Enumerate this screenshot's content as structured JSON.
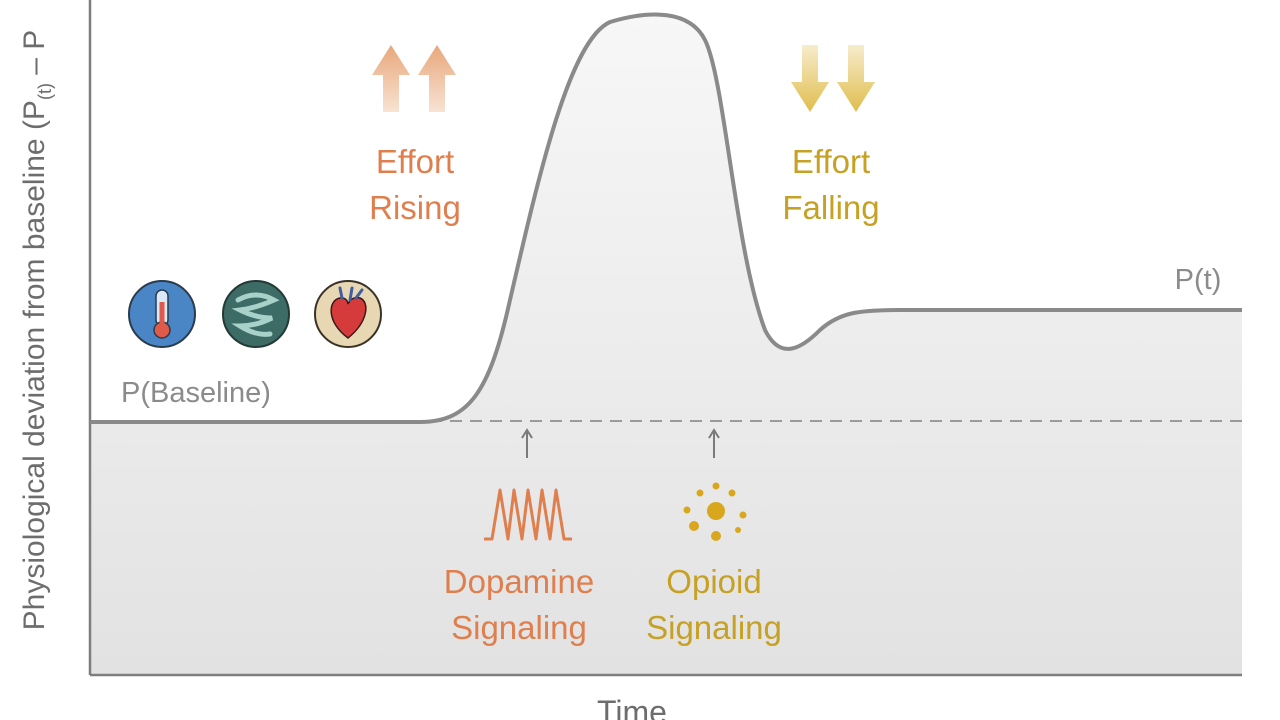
{
  "axes": {
    "y_label": "Physiological deviation from baseline (P",
    "y_label_sub": "(t)",
    "y_label_tail": " – P",
    "x_label": "Time"
  },
  "curve": {
    "label": "P(t)",
    "baseline_label": "P(Baseline)"
  },
  "effort_rising": {
    "line1": "Effort",
    "line2": "Rising",
    "icon": "up-arrows-icon",
    "color": "#e8a77b"
  },
  "effort_falling": {
    "line1": "Effort",
    "line2": "Falling",
    "icon": "down-arrows-icon",
    "color": "#e2c25a"
  },
  "dopamine": {
    "line1": "Dopamine",
    "line2": "Signaling",
    "icon": "spike-train-icon",
    "color": "#e07f4e"
  },
  "opioid": {
    "line1": "Opioid",
    "line2": "Signaling",
    "icon": "molecule-burst-icon",
    "color": "#c6a124"
  },
  "body_icons": [
    "thermometer-icon",
    "intestine-icon",
    "heart-icon"
  ]
}
